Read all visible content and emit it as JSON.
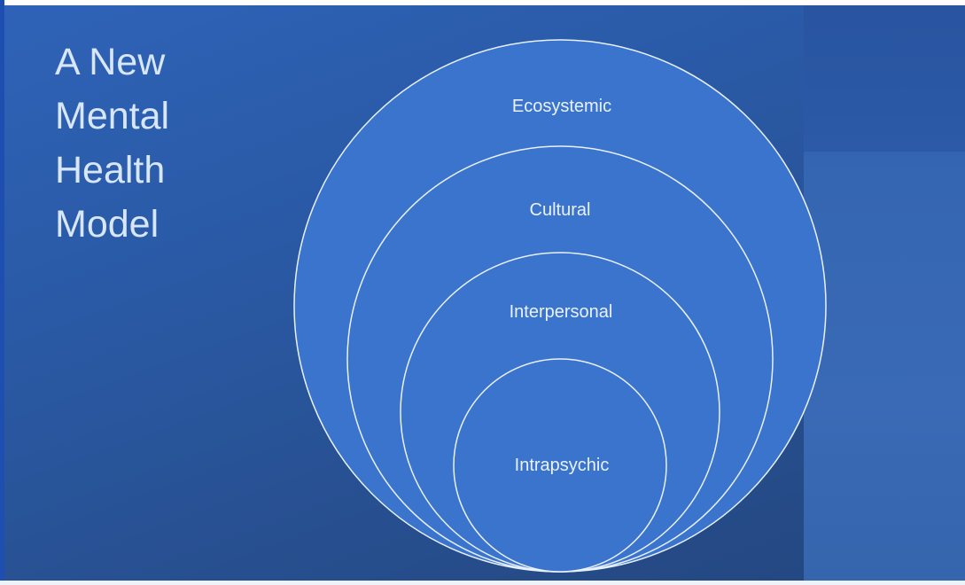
{
  "slide": {
    "title": "A New\nMental\nHealth\nModel"
  },
  "diagram": {
    "layers": [
      {
        "label": "Ecosystemic"
      },
      {
        "label": "Cultural"
      },
      {
        "label": "Interpersonal"
      },
      {
        "label": "Intrapsychic"
      }
    ]
  },
  "colors": {
    "background": "#2a5aa6",
    "ring_fill": "#3a74cc",
    "ring_stroke": "#e9f1fb",
    "text": "#d7e6f9"
  }
}
